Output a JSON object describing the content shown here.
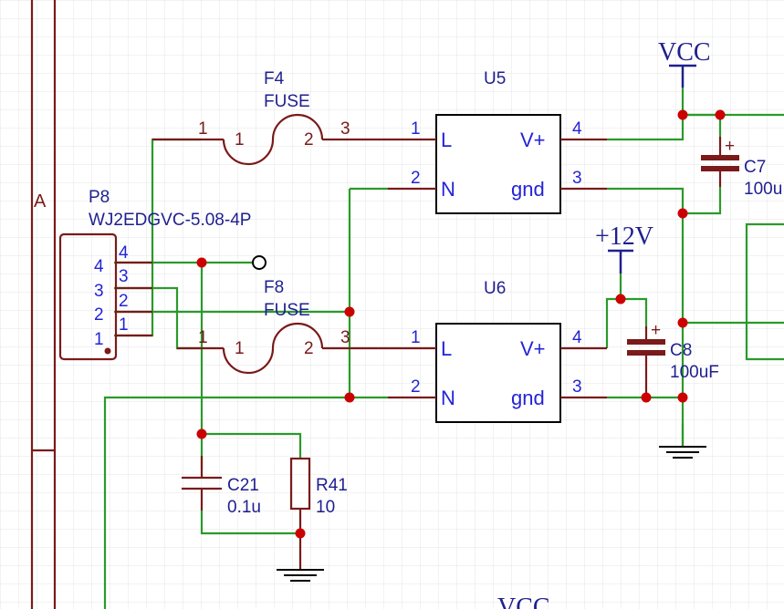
{
  "colors": {
    "wire": "#2a9a2a",
    "component": "#7a1a1a",
    "junction": "#cc0000",
    "label": "#1f1f8f",
    "pin_text": "#2323d6",
    "grid": "#e6e6e6"
  },
  "border": {
    "zone_label": "A"
  },
  "connector": {
    "ref": "P8",
    "value": "WJ2EDGVC-5.08-4P",
    "inner_pins": [
      "4",
      "3",
      "2",
      "1"
    ],
    "outer_pins": [
      "4",
      "3",
      "2",
      "1"
    ]
  },
  "fuses": [
    {
      "ref": "F4",
      "value": "FUSE",
      "pin_left_outer": "1",
      "pin_left_inner": "1",
      "pin_right_inner": "2",
      "pin_right_outer": "3"
    },
    {
      "ref": "F8",
      "value": "FUSE",
      "pin_left_outer": "1",
      "pin_left_inner": "1",
      "pin_right_inner": "2",
      "pin_right_outer": "3"
    }
  ],
  "modules": [
    {
      "ref": "U5",
      "pin1_num": "1",
      "pin1_name": "L",
      "pin2_num": "2",
      "pin2_name": "N",
      "pin4_num": "4",
      "pin4_name": "V+",
      "pin3_num": "3",
      "pin3_name": "gnd"
    },
    {
      "ref": "U6",
      "pin1_num": "1",
      "pin1_name": "L",
      "pin2_num": "2",
      "pin2_name": "N",
      "pin4_num": "4",
      "pin4_name": "V+",
      "pin3_num": "3",
      "pin3_name": "gnd"
    }
  ],
  "capacitors": [
    {
      "ref": "C7",
      "value": "100u",
      "polarity": "+"
    },
    {
      "ref": "C8",
      "value": "100uF",
      "polarity": "+"
    },
    {
      "ref": "C21",
      "value": "0.1u"
    }
  ],
  "resistor": {
    "ref": "R41",
    "value": "10"
  },
  "power": {
    "vcc_top": "VCC",
    "v12": "+12V",
    "vcc_bottom": "VCC"
  }
}
